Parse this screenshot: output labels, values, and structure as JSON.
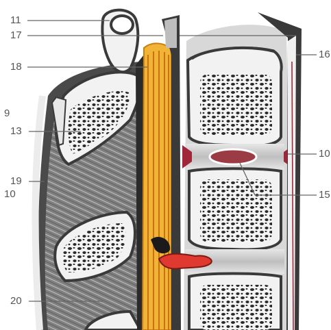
{
  "figure": {
    "labels": {
      "n11": "11",
      "n17": "17",
      "n18": "18",
      "n9": "9",
      "n13": "13",
      "n19": "19",
      "n10_left": "10",
      "n20": "20",
      "n16": "16",
      "n10_right": "10",
      "n15": "15"
    },
    "colors": {
      "bone_outline": "#3a3a3a",
      "bone_fill": "#f2f2f2",
      "spinal_cord": "#f2b437",
      "ligament_red": "#a0263a",
      "disc_nucleus": "#9b3b44",
      "herniation": "#e0392f",
      "leader": "#666666"
    }
  }
}
